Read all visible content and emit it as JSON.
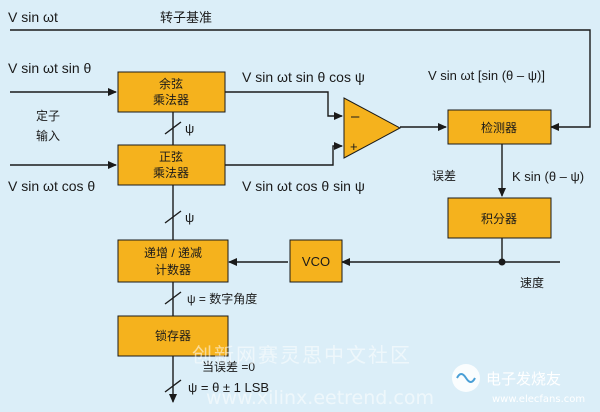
{
  "colors": {
    "background": "#dbeef8",
    "block": "#f5b21d",
    "line": "#1a1a1a"
  },
  "signals": {
    "ref": "V sin  ωt",
    "ref_label": "转子基准",
    "in_sin": "V sin  ωt sin  θ",
    "in_cos": "V sin  ωt cos  θ",
    "stator_line1": "定子",
    "stator_line2": "输入",
    "top_product": "V sin  ωt sin θ  cos  ψ",
    "bot_product": "V sin  ωt cos θ  sin  ψ",
    "error_signal": "V sin ωt [sin (θ – ψ)]",
    "error_label": "误差",
    "k_signal": "K sin (θ – ψ)",
    "speed_label": "速度",
    "psi": "ψ",
    "psi_digital": "ψ  =  数字角度",
    "when_error": "当误差 =0",
    "psi_result": "ψ  =  θ ± 1 LSB",
    "minus": "–",
    "plus": "+"
  },
  "blocks": {
    "cos_mult": [
      "余弦",
      "乘法器"
    ],
    "sin_mult": [
      "正弦",
      "乘法器"
    ],
    "counter": [
      "递增 / 递减",
      "计数器"
    ],
    "latch": "锁存器",
    "detector": "检测器",
    "integrator": "积分器",
    "vco": "VCO"
  },
  "watermark": {
    "cn": "创新网赛灵思中文社区",
    "url": "www.xilinx.eetrend.com",
    "logo": "电子发烧友",
    "logo_url": "www.elecfans.com"
  }
}
